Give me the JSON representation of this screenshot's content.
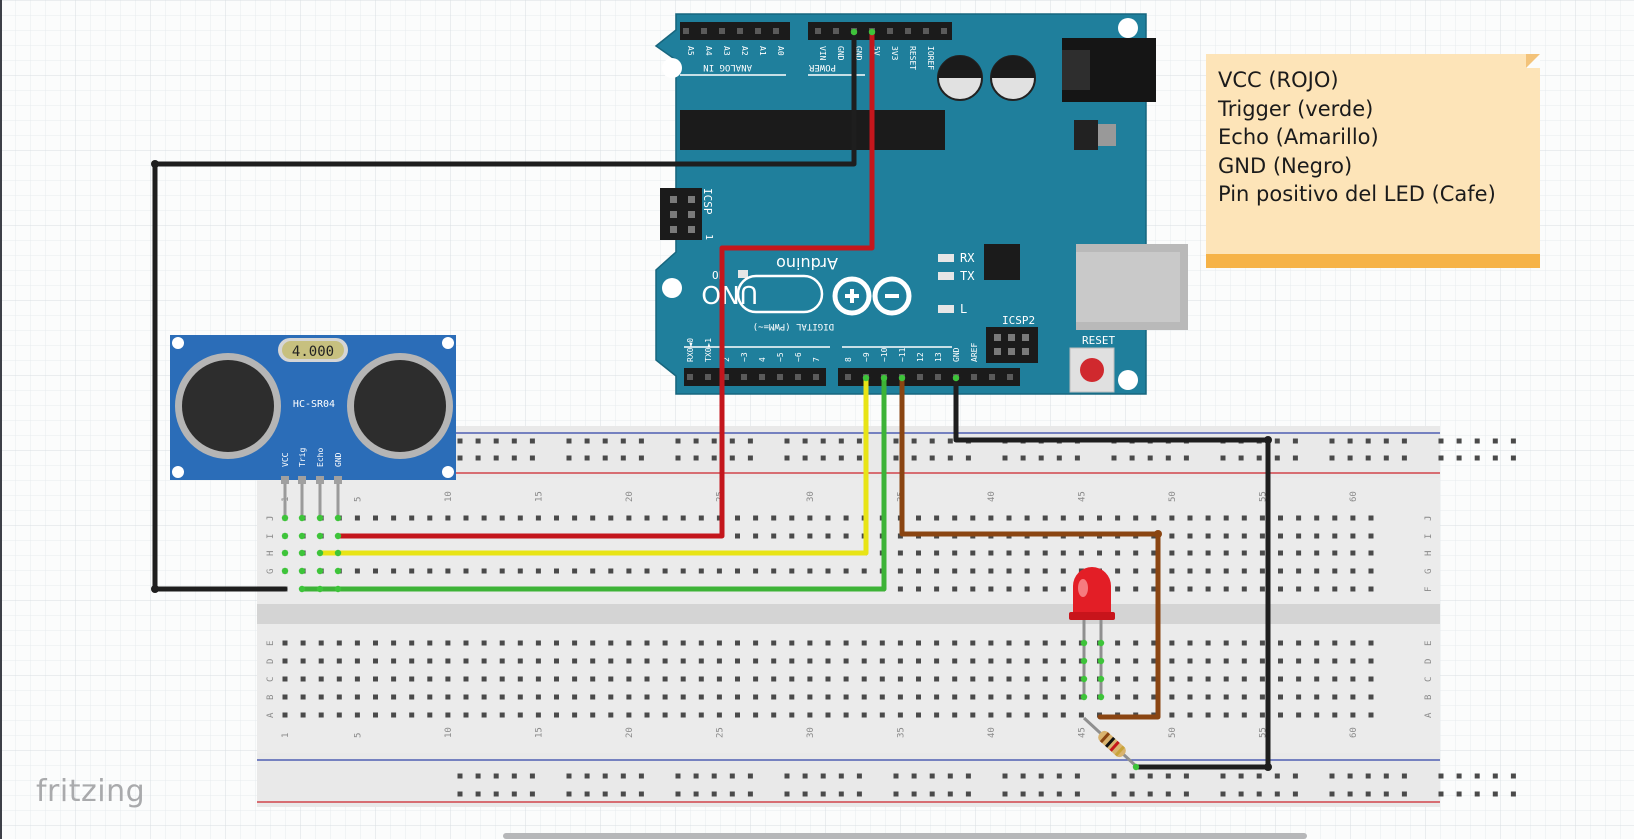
{
  "legend_note": {
    "lines": [
      "VCC (ROJO)",
      "Trigger (verde)",
      "Echo (Amarillo)",
      "GND (Negro)",
      "Pin positivo del LED (Cafe)"
    ]
  },
  "branding": {
    "logo_text": "fritzing"
  },
  "arduino": {
    "brand": "Arduino",
    "model": "UNO",
    "header_analog": "ANALOG IN",
    "header_power": "POWER",
    "header_digital": "DIGITAL (PWM=~)",
    "analog_pins": [
      "A5",
      "A4",
      "A3",
      "A2",
      "A1",
      "A0"
    ],
    "power_pins": [
      "VIN",
      "GND",
      "GND",
      "5V",
      "3V3",
      "RESET",
      "IOREF"
    ],
    "digital_pins": [
      "RX0◄0",
      "TX0►1",
      "2",
      "~3",
      "4",
      "~5",
      "~6",
      "7",
      "8",
      "~9",
      "~10",
      "~11",
      "12",
      "13",
      "GND",
      "AREF"
    ],
    "labels": {
      "icsp": "ICSP",
      "icsp2": "ICSP2",
      "on": "ON",
      "rx": "RX",
      "tx": "TX",
      "l": "L",
      "reset": "RESET",
      "icsp_pin1": "1"
    }
  },
  "sensor": {
    "crystal": "4.000",
    "model": "HC-SR04",
    "pins": [
      "VCC",
      "Trig",
      "Echo",
      "GND"
    ]
  },
  "breadboard": {
    "col_numbers": [
      "1",
      "5",
      "10",
      "15",
      "20",
      "25",
      "30",
      "35",
      "40",
      "45",
      "50",
      "55",
      "60"
    ],
    "rows_top": [
      "J",
      "I",
      "H",
      "G",
      "F"
    ],
    "rows_bottom": [
      "E",
      "D",
      "C",
      "B",
      "A"
    ]
  },
  "colors": {
    "wire_red": "#c4161c",
    "wire_yellow": "#e8e416",
    "wire_green": "#3db337",
    "wire_black": "#1e1e1e",
    "wire_brown": "#8a4512",
    "arduino_blue": "#1f7f9c",
    "sensor_blue": "#2b6db8",
    "note_fill": "#fde4b8",
    "note_bar": "#f6b348",
    "led_red": "#e31e26"
  }
}
